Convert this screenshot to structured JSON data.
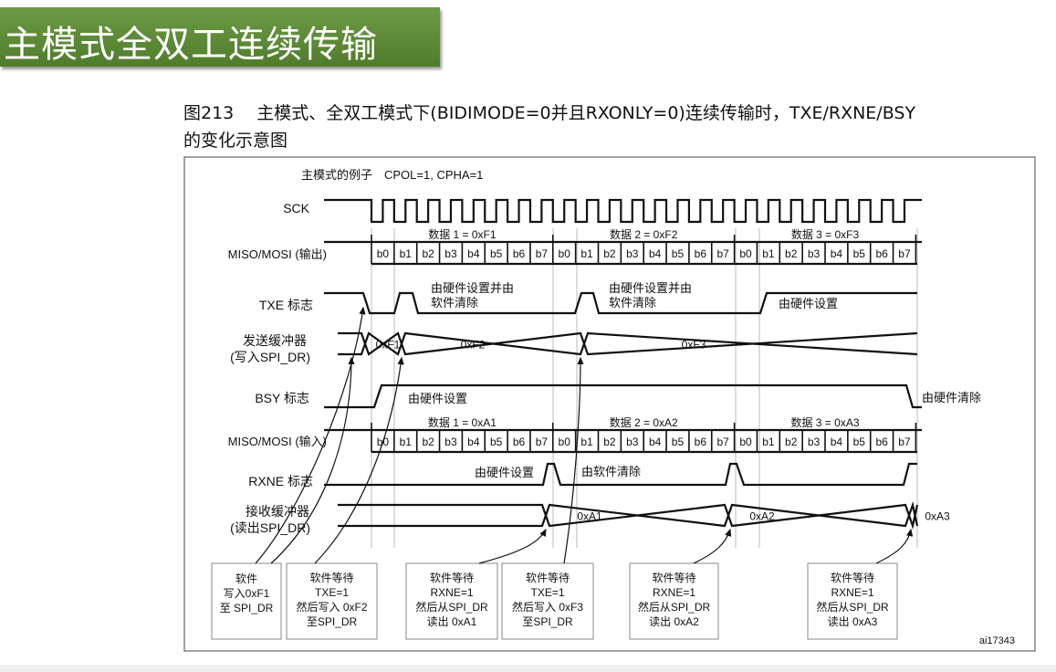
{
  "slide_title": "主模式全双工连续传输",
  "caption": {
    "line1": "图213　 主模式、全双工模式下(BIDIMODE=0并且RXONLY=0)连续传输时，TXE/RXNE/BSY",
    "line2": "的变化示意图"
  },
  "diagram": {
    "example": "主模式的例子　CPOL=1, CPHA=1",
    "signals": {
      "sck": "SCK",
      "mosi_out": "MISO/MOSI (输出)",
      "txe": "TXE 标志",
      "txbuf1": "发送缓冲器",
      "txbuf2": "(写入SPI_DR)",
      "bsy": "BSY 标志",
      "miso_in": "MISO/MOSI (输入)",
      "rxne": "RXNE 标志",
      "rxbuf1": "接收缓冲器",
      "rxbuf2": "(读出SPI_DR)"
    },
    "out_bytes": [
      "数据 1 = 0xF1",
      "数据 2 = 0xF2",
      "数据 3 = 0xF3"
    ],
    "in_bytes": [
      "数据 1 = 0xA1",
      "数据 2 = 0xA2",
      "数据 3 = 0xA3"
    ],
    "bits": [
      "b0",
      "b1",
      "b2",
      "b3",
      "b4",
      "b5",
      "b6",
      "b7"
    ],
    "tx_values": [
      "0xF1",
      "0xF2",
      "0xF3"
    ],
    "rx_values": [
      "0xA1",
      "0xA2",
      "0xA3"
    ],
    "notes": {
      "txe_set_clear_a1": "由硬件设置并由",
      "txe_set_clear_a2": "软件清除",
      "txe_set_clear_b1": "由硬件设置并由",
      "txe_set_clear_b2": "软件清除",
      "txe_set": "由硬件设置",
      "bsy_set": "由硬件设置",
      "bsy_clear": "由硬件清除",
      "rxne_set": "由硬件设置",
      "rxne_clear": "由软件清除"
    },
    "boxes": [
      [
        "软件",
        "写入0xF1",
        "至 SPI_DR"
      ],
      [
        "软件等待",
        "TXE=1",
        "然后写入 0xF2",
        "至SPI_DR"
      ],
      [
        "软件等待",
        "RXNE=1",
        "然后从SPI_DR",
        "读出 0xA1"
      ],
      [
        "软件等待",
        "TXE=1",
        "然后写入 0xF3",
        "至SPI_DR"
      ],
      [
        "软件等待",
        "RXNE=1",
        "然后从SPI_DR",
        "读出 0xA2"
      ],
      [
        "软件等待",
        "RXNE=1",
        "然后从SPI_DR",
        "读出 0xA3"
      ]
    ],
    "figure_id": "ai17343"
  }
}
